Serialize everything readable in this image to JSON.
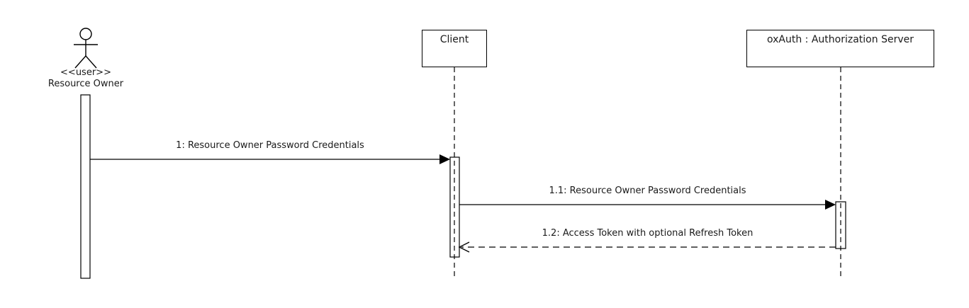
{
  "diagram": {
    "type": "uml-sequence-diagram",
    "background_color": "#ffffff",
    "line_color": "#000000",
    "text_color": "#1a1a1a",
    "actor": {
      "stereotype": "<<user>>",
      "name": "Resource Owner"
    },
    "lifelines": [
      {
        "label": "Client"
      },
      {
        "label": "oxAuth : Authorization Server"
      }
    ],
    "messages": [
      {
        "label": "1: Resource Owner Password Credentials",
        "from": "Resource Owner",
        "to": "Client",
        "style": "solid"
      },
      {
        "label": "1.1: Resource Owner Password Credentials",
        "from": "Client",
        "to": "oxAuth : Authorization Server",
        "style": "solid"
      },
      {
        "label": "1.2: Access Token with optional Refresh Token",
        "from": "oxAuth : Authorization Server",
        "to": "Client",
        "style": "dashed-return"
      }
    ]
  }
}
